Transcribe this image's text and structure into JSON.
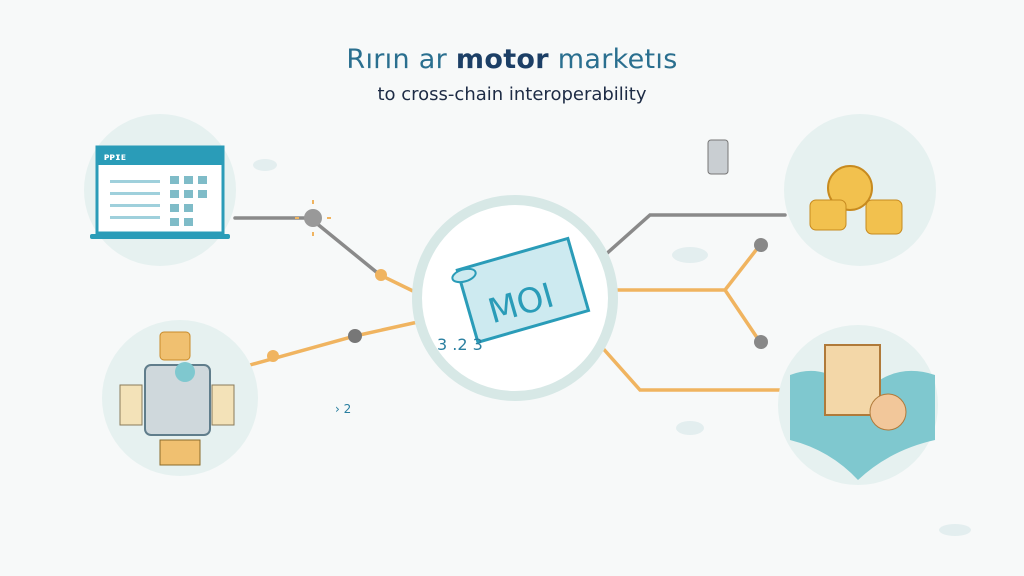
{
  "title": {
    "prefix": "Rırın ar ",
    "bold": "motor",
    "suffix": " marketıs"
  },
  "subtitle": "to cross-chain interoperability",
  "center_badge": {
    "label": "MOI",
    "scribble": "3 .2 3"
  },
  "laptop": {
    "header_label": "ᴘᴘɪᴇ"
  },
  "small_note_left": "› 2",
  "colors": {
    "teal": "#2a9cb8",
    "orange": "#f0b460",
    "gray": "#8a8a8a",
    "ring": "#d7e8e6",
    "circle_fill": "#e6f1f0"
  }
}
